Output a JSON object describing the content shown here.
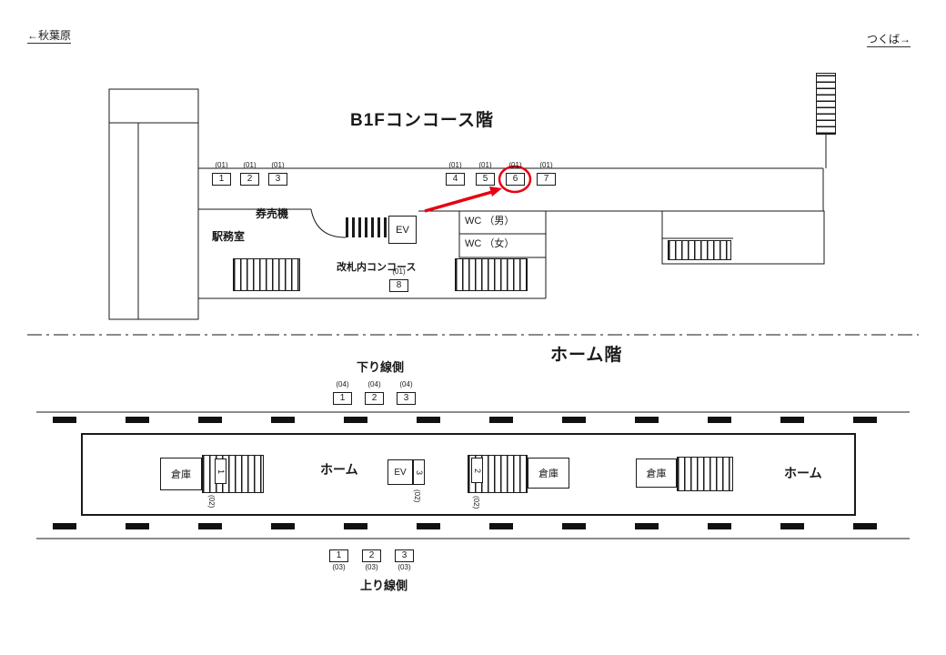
{
  "directions": {
    "left": {
      "label": "秋葉原",
      "arrow": "←"
    },
    "right": {
      "label": "つくば",
      "arrow": "→"
    }
  },
  "concourse": {
    "title": "B1Fコンコース階",
    "labels": {
      "ticket_machines": "券売機",
      "station_office": "駅務室",
      "elevator": "EV",
      "wc_men": "WC （男）",
      "wc_women": "WC （女）",
      "inner_concourse": "改札内コンコース"
    },
    "signs": [
      {
        "code": "(01)",
        "num": "1"
      },
      {
        "code": "(01)",
        "num": "2"
      },
      {
        "code": "(01)",
        "num": "3"
      },
      {
        "code": "(01)",
        "num": "4"
      },
      {
        "code": "(01)",
        "num": "5"
      },
      {
        "code": "(01)",
        "num": "6",
        "highlighted": true
      },
      {
        "code": "(01)",
        "num": "7"
      },
      {
        "code": "(01)",
        "num": "8"
      }
    ]
  },
  "platform": {
    "title": "ホーム階",
    "down_line": "下り線側",
    "up_line": "上り線側",
    "labels": {
      "platform_left": "ホーム",
      "platform_right": "ホーム",
      "elevator": "EV",
      "warehouse_1": "倉庫",
      "warehouse_2": "倉庫",
      "warehouse_3": "倉庫"
    },
    "down_signs": [
      {
        "code": "(04)",
        "num": "1"
      },
      {
        "code": "(04)",
        "num": "2"
      },
      {
        "code": "(04)",
        "num": "3"
      }
    ],
    "up_signs": [
      {
        "code": "(03)",
        "num": "1"
      },
      {
        "code": "(03)",
        "num": "2"
      },
      {
        "code": "(03)",
        "num": "3"
      }
    ],
    "internal_signs": [
      {
        "code": "(02)",
        "num": "1"
      },
      {
        "code": "(02)",
        "num": "3"
      },
      {
        "code": "(02)",
        "num": "2"
      }
    ]
  },
  "annotation": {
    "highlight_color": "#e60012"
  }
}
